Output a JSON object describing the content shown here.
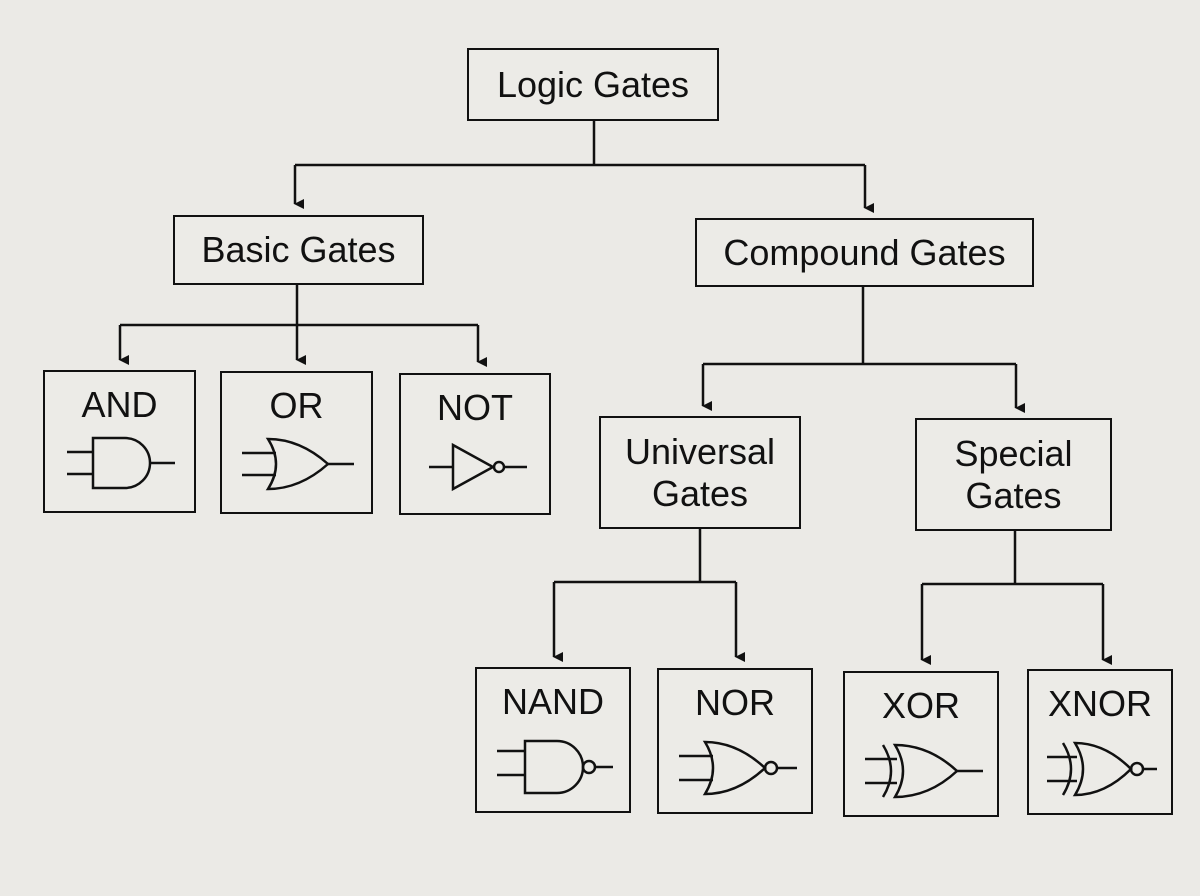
{
  "root": {
    "label": "Logic Gates"
  },
  "basic": {
    "label": "Basic Gates",
    "gates": [
      {
        "label": "AND",
        "icon": "and-gate-icon"
      },
      {
        "label": "OR",
        "icon": "or-gate-icon"
      },
      {
        "label": "NOT",
        "icon": "not-gate-icon"
      }
    ]
  },
  "compound": {
    "label": "Compound Gates",
    "universal": {
      "label_line1": "Universal",
      "label_line2": "Gates",
      "gates": [
        {
          "label": "NAND",
          "icon": "nand-gate-icon"
        },
        {
          "label": "NOR",
          "icon": "nor-gate-icon"
        }
      ]
    },
    "special": {
      "label_line1": "Special",
      "label_line2": "Gates",
      "gates": [
        {
          "label": "XOR",
          "icon": "xor-gate-icon"
        },
        {
          "label": "XNOR",
          "icon": "xnor-gate-icon"
        }
      ]
    }
  }
}
